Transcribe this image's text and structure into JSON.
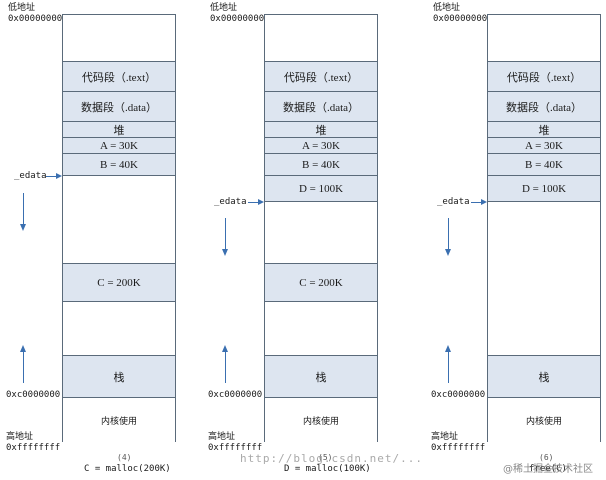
{
  "labels": {
    "low_addr": "低地址",
    "low_hex": "0x00000000",
    "high_addr": "高地址",
    "high_hex": "0xffffffff",
    "kernel_hex": "0xc0000000",
    "edata": "_edata"
  },
  "segments": {
    "text": "代码段（.text）",
    "data": "数据段（.data）",
    "heap": "堆",
    "a": "A = 30K",
    "b": "B = 40K",
    "c": "C = 200K",
    "d": "D = 100K",
    "stack": "栈",
    "kernel": "内核使用"
  },
  "panels": [
    {
      "number": "(4)",
      "caption": "C = malloc(200K)"
    },
    {
      "number": "(5)",
      "caption": "D = malloc(100K)"
    },
    {
      "number": "(6)",
      "caption": "free(C)"
    }
  ],
  "watermark": "http://blog.csdn.net/...",
  "credit": "@稀土掘金技术社区"
}
